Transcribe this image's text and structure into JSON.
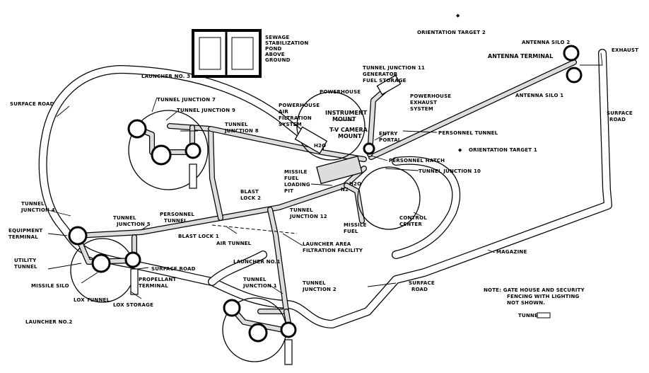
{
  "labels": {
    "sewage": [
      "SEWAGE",
      "STABILIZATION",
      "POND",
      "ABOVE",
      "GROUND"
    ],
    "orientation_target_2": "ORIENTATION TARGET 2",
    "antenna_silo_2": "ANTENNA SILO 2",
    "antenna_terminal": "ANTENNA TERMINAL",
    "exhaust": "EXHAUST",
    "antenna_silo_1": "ANTENNA SILO 1",
    "launcher_3": "LAUNCHER NO. 3",
    "tunnel_junction_11": [
      "TUNNEL JUNCTION 11",
      "GENERATOR",
      "FUEL STORAGE"
    ],
    "powerhouse": "POWERHOUSE",
    "powerhouse_exhaust": [
      "POWERHOUSE",
      "EXHAUST",
      "SYSTEM"
    ],
    "surface_road_right": [
      "SURFACE",
      "ROAD"
    ],
    "surface_road_left": "SURFACE ROAD",
    "tunnel_junction_7": "TUNNEL JUNCTION 7",
    "tunnel_junction_9": "TUNNEL JUNCTION 9",
    "tunnel_junction_8": [
      "TUNNEL",
      "JUNCTION 8"
    ],
    "powerhouse_air": [
      "POWERHOUSE",
      "AIR",
      "FILTRATION",
      "SYSTEM"
    ],
    "instrument_mount": [
      "INSTRUMENT",
      "MOUNT"
    ],
    "tv_camera_mount": [
      "T-V CAMERA",
      "MOUNT"
    ],
    "entry_portal": [
      "ENTRY",
      "PORTAL"
    ],
    "personnel_tunnel_right": "PERSONNEL TUNNEL",
    "orientation_target_1": "ORIENTATION TARGET 1",
    "personnel_hatch": "PERSONNEL HATCH",
    "tunnel_junction_10": "TUNNEL JUNCTION 10",
    "h2o_upper": "H2O",
    "missile_fuel_loading": [
      "MISSILE",
      "FUEL",
      "LOADING",
      "PIT"
    ],
    "n2": "N2",
    "h2o_lower": "H2O",
    "blast_lock_2": [
      "BLAST",
      "LOCK 2"
    ],
    "tunnel_junction_4": [
      "TUNNEL",
      "JUNCTION 4"
    ],
    "equipment_terminal": [
      "EQUIPMENT",
      "TERMINAL"
    ],
    "tunnel_junction_5": [
      "TUNNEL",
      "JUNCTION 5"
    ],
    "personnel_tunnel_left": [
      "PERSONNEL",
      "TUNNEL"
    ],
    "tunnel_junction_12": [
      "TUNNEL",
      "JUNCTION 12"
    ],
    "missile_fuel": [
      "MISSILE",
      "FUEL"
    ],
    "control_center": [
      "CONTROL",
      "CENTER"
    ],
    "blast_lock_1": "BLAST LOCK 1",
    "air_tunnel": "AIR TUNNEL",
    "launcher_area_filtration": [
      "LAUNCHER AREA",
      "FILTRATION FACILITY"
    ],
    "utility_tunnel": [
      "UTILITY",
      "TUNNEL"
    ],
    "launcher_1": "LAUNCHER NO.1",
    "magazine": "MAGAZINE",
    "surface_road_bottom_left": "SURFACE ROAD",
    "propellant_terminal": [
      "PROPELLANT",
      "TERMINAL"
    ],
    "missile_silo": "MISSILE SILO",
    "lox_tunnel": "LOX TUNNEL",
    "lox_storage": "LOX STORAGE",
    "tunnel_junction_1": [
      "TUNNEL",
      "JUNCTION 1"
    ],
    "tunnel_junction_2": [
      "TUNNEL",
      "JUNCTION 2"
    ],
    "surface_road_bottom": [
      "SURFACE",
      "ROAD"
    ],
    "launcher_2": "LAUNCHER NO.2",
    "note": [
      "NOTE: GATE HOUSE AND SECURITY",
      "FENCING WITH LIGHTING",
      "NOT SHOWN."
    ],
    "legend_tunnels": "TUNNELS"
  }
}
